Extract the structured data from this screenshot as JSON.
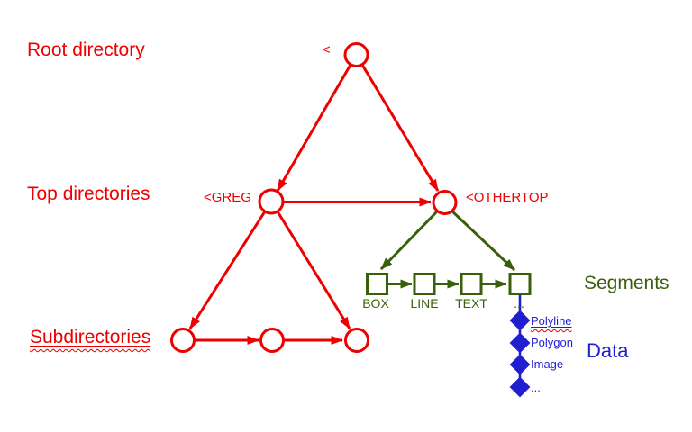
{
  "colors": {
    "red": "#ee0000",
    "green": "#3a5f0a",
    "blue": "#1f1fd0",
    "wavy": "#e60000"
  },
  "rows": {
    "root": {
      "label": "Root directory",
      "node": "<"
    },
    "top": {
      "label": "Top directories",
      "nodes": [
        "<GREG",
        "<OTHERTOP"
      ]
    },
    "sub": {
      "label": "Subdirectories"
    }
  },
  "segments": {
    "label": "Segments",
    "items": [
      "BOX",
      "LINE",
      "TEXT",
      "..."
    ]
  },
  "data": {
    "label": "Data",
    "items": [
      "Polyline",
      "Polygon",
      "Image",
      "..."
    ]
  }
}
